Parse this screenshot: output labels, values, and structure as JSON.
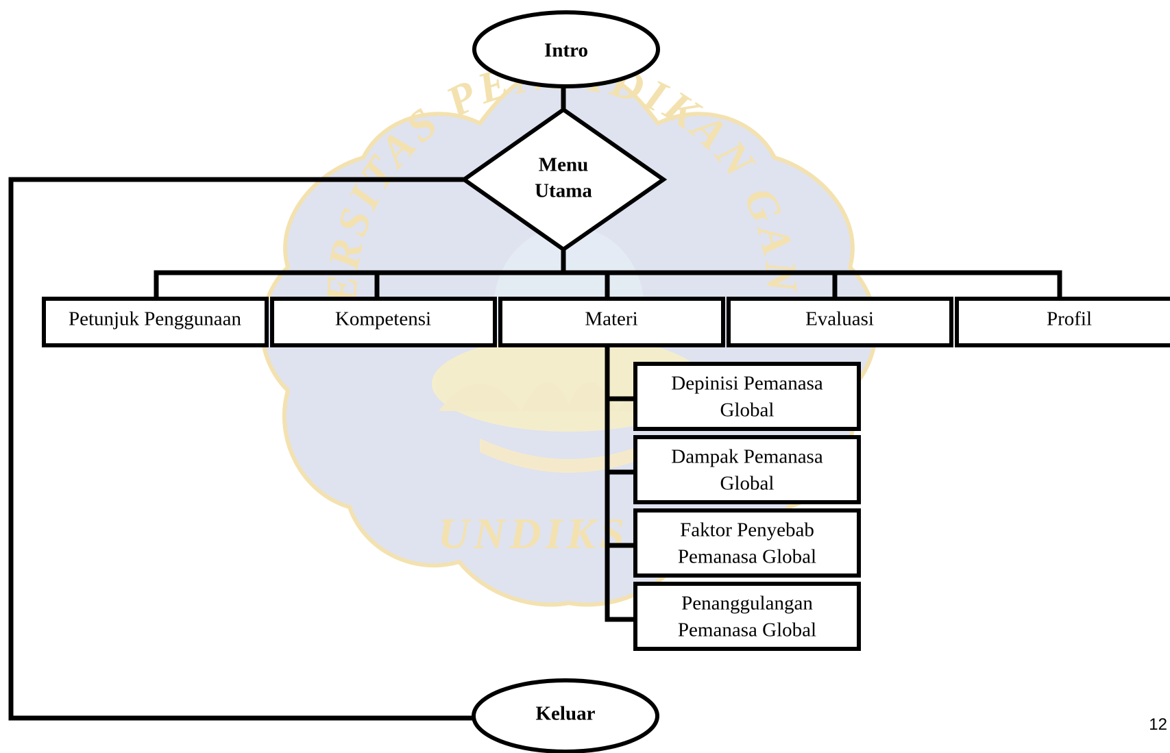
{
  "colors": {
    "line": "#000000",
    "box_fill": "#ffffff",
    "watermark_blue": "#dfe2ef",
    "watermark_gold": "#f6ebc6"
  },
  "watermark": {
    "arc_text": "UNIVERSITAS PENDIDIKAN GANESHA",
    "bottom_text": "UNDIKSHA"
  },
  "nodes": {
    "intro": "Intro",
    "menu_utama_line1": "Menu",
    "menu_utama_line2": "Utama",
    "keluar": "Keluar"
  },
  "menu_items": [
    {
      "label": "Petunjuk  Penggunaan"
    },
    {
      "label": "Kompetensi"
    },
    {
      "label": "Materi"
    },
    {
      "label": "Evaluasi"
    },
    {
      "label": "Profil"
    }
  ],
  "materi_items": [
    {
      "line1": "Depinisi  Pemanasa",
      "line2": "Global"
    },
    {
      "line1": "Dampak  Pemanasa",
      "line2": "Global"
    },
    {
      "line1": "Faktor  Penyebab",
      "line2": "Pemanasa  Global"
    },
    {
      "line1": "Penanggulangan",
      "line2": "Pemanasa  Global"
    }
  ],
  "page_number": "12"
}
